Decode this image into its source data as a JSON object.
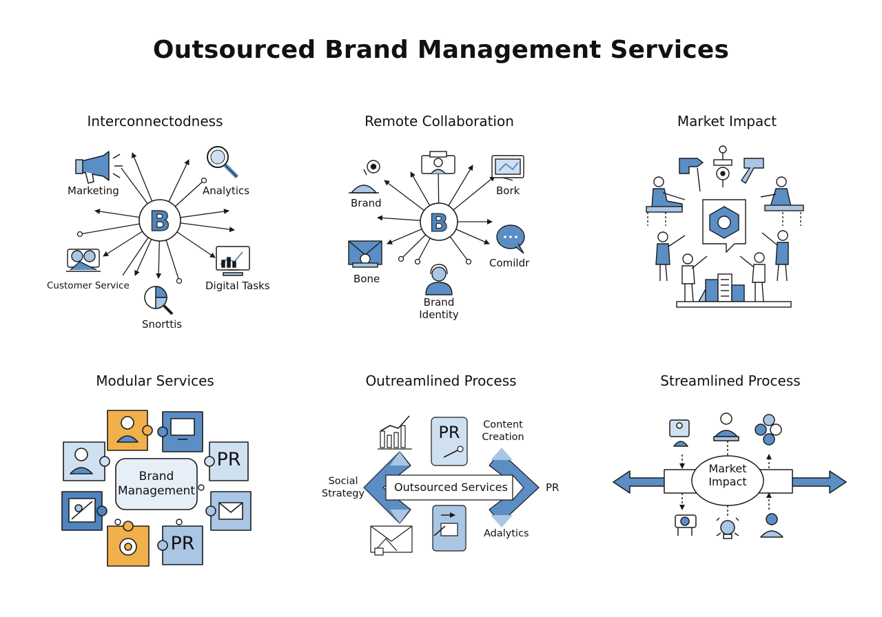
{
  "title": "Outsourced Brand Management Services",
  "colors": {
    "accent": "#5b8ec4",
    "accent_light": "#a9c6e4",
    "orange": "#f0b04c",
    "ink": "#1a1a1a"
  },
  "panels": {
    "p1": {
      "title": "Interconnectodness",
      "hub": "B",
      "labels": {
        "marketing": "Marketing",
        "analytics": "Analytics",
        "customer_service": "Customer Service",
        "digital_tasks": "Digital Tasks",
        "snorttis": "Snorttis"
      }
    },
    "p2": {
      "title": "Remote Collaboration",
      "hub": "B",
      "labels": {
        "brand": "Brand",
        "bork": "Bork",
        "bone": "Bone",
        "comildr": "Comildr",
        "brand_identity": "Brand Identity"
      }
    },
    "p3": {
      "title": "Market Impact"
    },
    "p4": {
      "title": "Modular Services",
      "center": "Brand Management",
      "pr_top": "PR",
      "pr_bottom": "PR"
    },
    "p5": {
      "title": "Outreamlined Process",
      "pr_box": "PR",
      "content_creation": "Content Creation",
      "social_strategy": "Social Strategy",
      "outsourced_services": "Outsourced Services",
      "pr": "PR",
      "adalytics": "Adalytics"
    },
    "p6": {
      "title": "Streamlined Process",
      "center": "Market Impact"
    }
  }
}
